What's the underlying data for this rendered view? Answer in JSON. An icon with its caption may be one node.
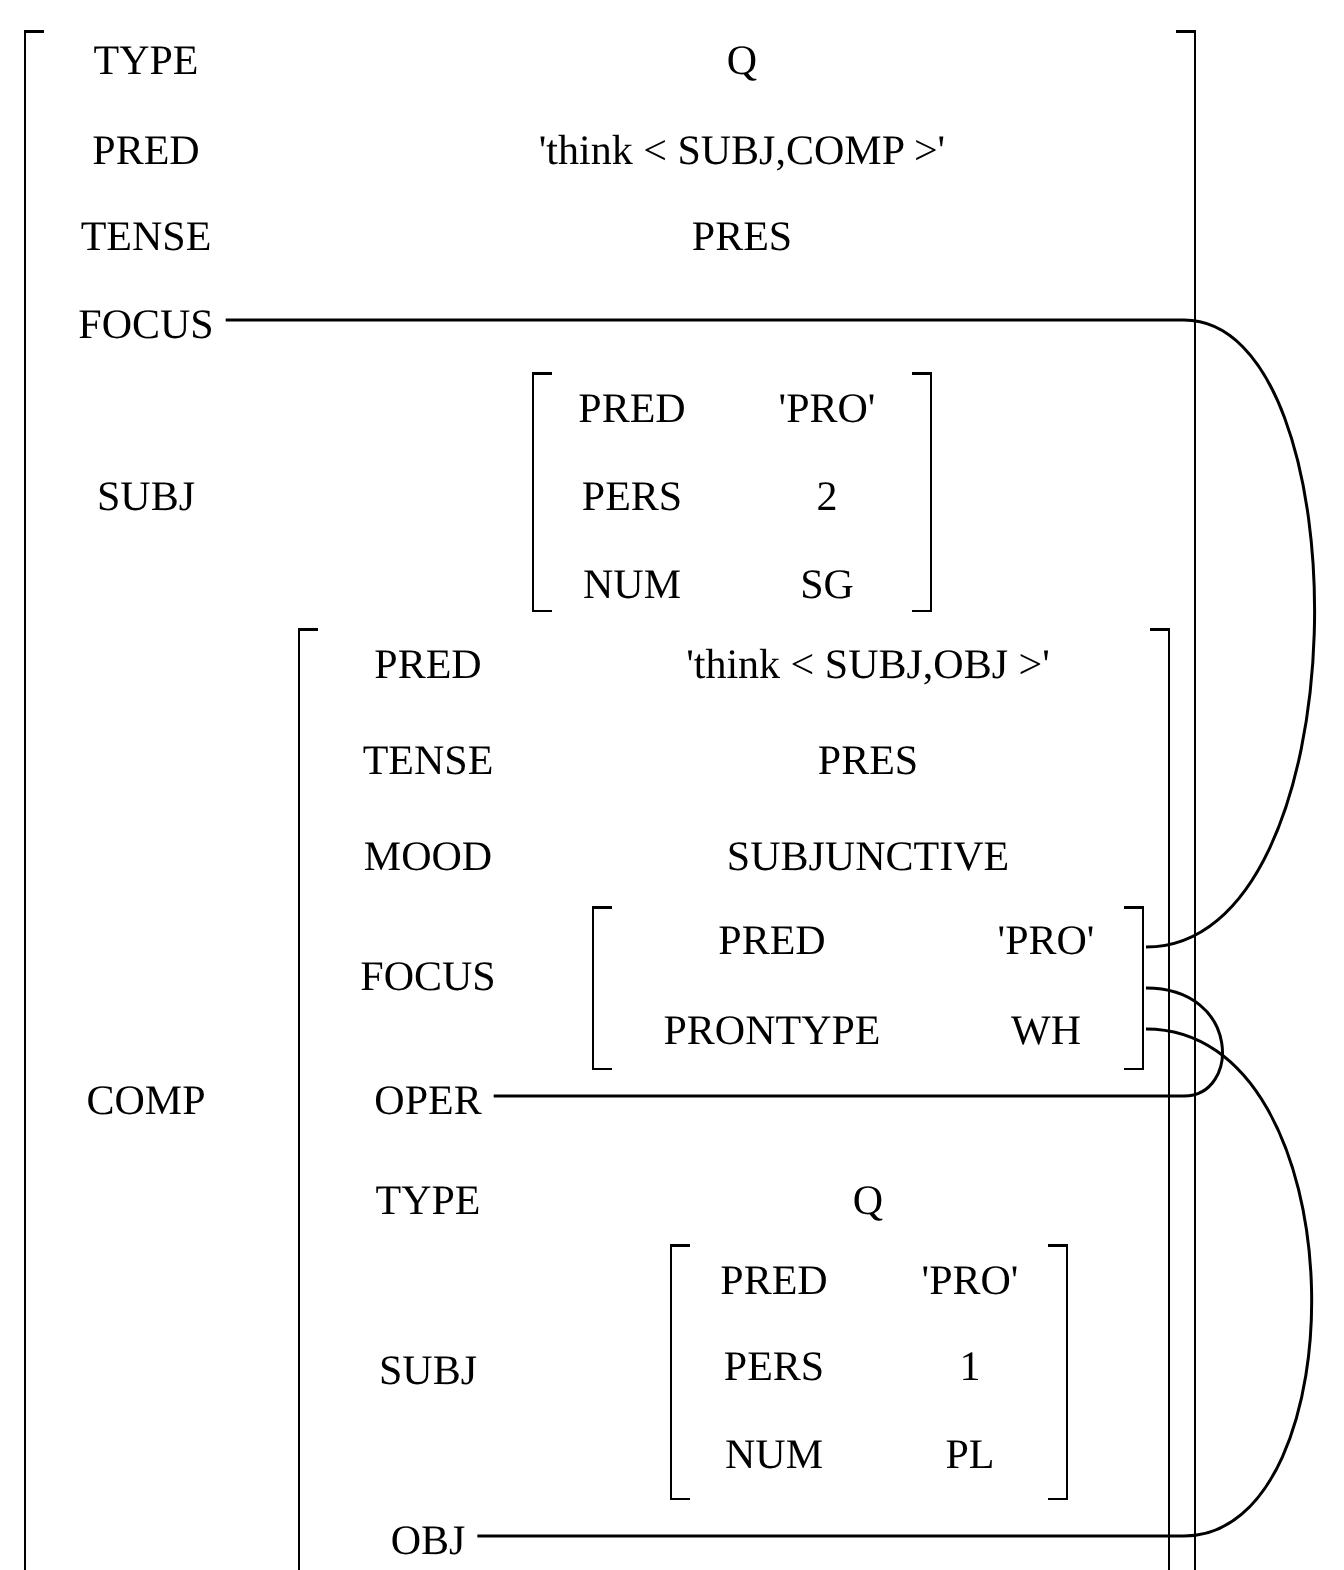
{
  "diagram": {
    "nodes": [
      {
        "text": [],
        "shape": "box"
      },
      {
        "text": [
          "TYPE",
          "Q"
        ],
        "in": 0
      },
      {
        "text": [
          "PRED",
          "'think < SUBJ,COMP >'"
        ],
        "in": 0
      },
      {
        "text": [
          "TENSE",
          "PRES"
        ],
        "in": 0
      },
      {
        "text": [
          "FOCUS"
        ],
        "in": 0
      },
      {
        "text": [
          "SUBJ"
        ],
        "in": 0
      },
      {
        "text": [],
        "shape": "box",
        "in": 0
      },
      {
        "text": [
          "PRED",
          "'PRO'"
        ],
        "in": 6
      },
      {
        "text": [
          "PERS",
          "2"
        ],
        "in": 6
      },
      {
        "text": [
          "NUM",
          "SG"
        ],
        "in": 6
      },
      {
        "text": [
          "COMP"
        ],
        "in": 0
      },
      {
        "text": [],
        "shape": "box",
        "in": 0
      },
      {
        "text": [
          "PRED",
          "'think < SUBJ,OBJ >'"
        ],
        "in": 11
      },
      {
        "text": [
          "TENSE",
          "PRES"
        ],
        "in": 11
      },
      {
        "text": [
          "MOOD",
          "SUBJUNCTIVE"
        ],
        "in": 11
      },
      {
        "text": [
          "FOCUS"
        ],
        "in": 11
      },
      {
        "text": [],
        "shape": "box",
        "in": 11
      },
      {
        "text": [
          "PRED",
          "'PRO'"
        ],
        "in": 16
      },
      {
        "text": [
          "PRONTYPE",
          "WH"
        ],
        "in": 16
      },
      {
        "text": [
          "OPER"
        ],
        "in": 11
      },
      {
        "text": [
          "TYPE",
          "Q"
        ],
        "in": 11
      },
      {
        "text": [
          "SUBJ"
        ],
        "in": 11
      },
      {
        "text": [],
        "shape": "box",
        "in": 11
      },
      {
        "text": [
          "PRED",
          "'PRO'"
        ],
        "in": 22
      },
      {
        "text": [
          "PERS",
          "1"
        ],
        "in": 22
      },
      {
        "text": [
          "NUM",
          "PL"
        ],
        "in": 22
      },
      {
        "text": [
          "OBJ"
        ],
        "in": 11
      }
    ],
    "edges": [
      {
        "from": 4,
        "to": 16,
        "arrow": "none"
      },
      {
        "from": 19,
        "to": 16,
        "arrow": "none"
      },
      {
        "from": 26,
        "to": 16,
        "arrow": "none"
      }
    ]
  }
}
